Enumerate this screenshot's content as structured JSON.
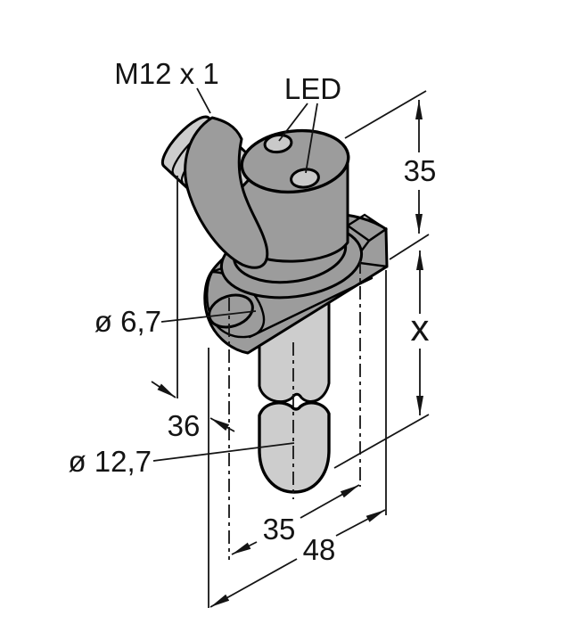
{
  "drawing": {
    "type": "technical-dimension-drawing",
    "subject": "right-angle barrel sensor with M12 connector and mounting flange",
    "labels": {
      "connector_thread": "M12 x 1",
      "led": "LED",
      "head_height": "35",
      "unspecified_length": "x",
      "mounting_hole_diameter": "ø 6,7",
      "connector_offset": "36",
      "barrel_diameter": "ø 12,7",
      "hole_spacing": "35",
      "flange_width": "48"
    },
    "colors": {
      "background": "#ffffff",
      "body_gray": "#9c9c9c",
      "light_gray": "#cdcdcd",
      "hole_gray": "#c9c9c9",
      "outline": "#000000",
      "dimension": "#141414"
    }
  }
}
